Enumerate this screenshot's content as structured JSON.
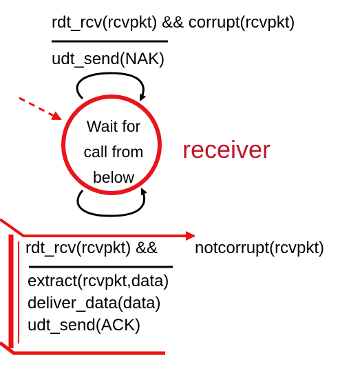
{
  "fsm": {
    "state": {
      "label_lines": [
        "Wait for",
        "call from",
        "below"
      ]
    },
    "role_label": "receiver",
    "transitions": {
      "nak": {
        "event": "rdt_rcv(rcvpkt) && corrupt(rcvpkt)",
        "actions": [
          "udt_send(NAK)"
        ]
      },
      "ack": {
        "event_left": "rdt_rcv(rcvpkt) &&",
        "event_right": "notcorrupt(rcvpkt)",
        "actions": [
          "extract(rcvpkt,data)",
          "deliver_data(data)",
          "udt_send(ACK)"
        ]
      }
    }
  },
  "colors": {
    "state_border": "#e8141e",
    "role_text": "#c0152a",
    "highlight": "#ee1111",
    "loop_arrow": "#000000"
  }
}
